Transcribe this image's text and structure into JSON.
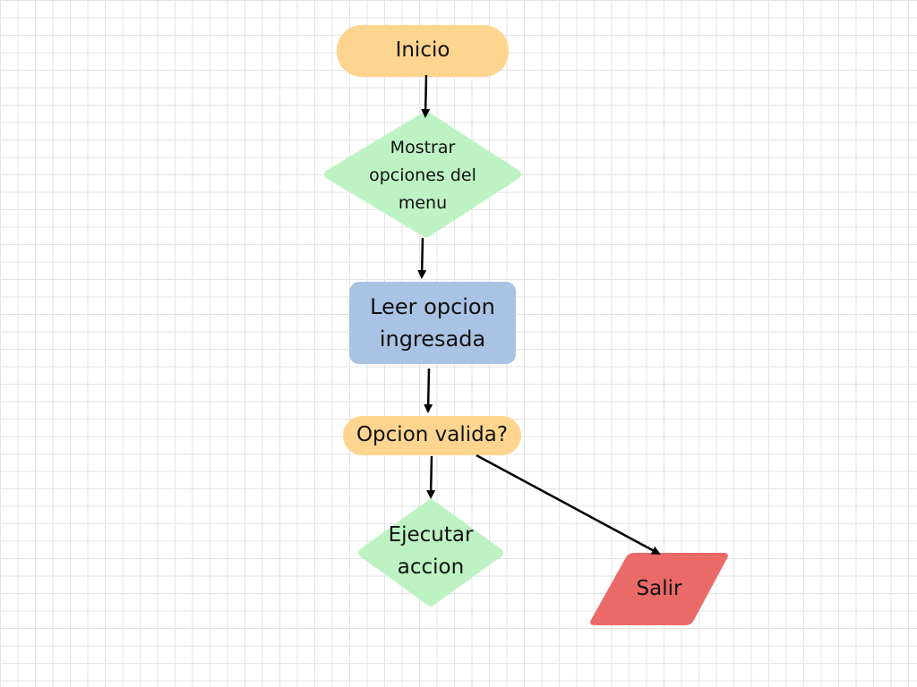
{
  "diagram": {
    "nodes": {
      "inicio": {
        "label": "Inicio",
        "color": "#FDD58F"
      },
      "mostrar": {
        "line1": "Mostrar",
        "line2": "opciones del",
        "line3": "menu",
        "color": "#BDF2C3"
      },
      "leer": {
        "line1": "Leer opcion",
        "line2": "ingresada",
        "color": "#A9C3E4"
      },
      "opcion_valida": {
        "label": "Opcion valida?",
        "color": "#FDD58F"
      },
      "ejecutar": {
        "line1": "Ejecutar",
        "line2": "accion",
        "color": "#BDF2C3"
      },
      "salir": {
        "label": "Salir",
        "color": "#EA6A68"
      }
    },
    "edge_color": "#000000"
  }
}
